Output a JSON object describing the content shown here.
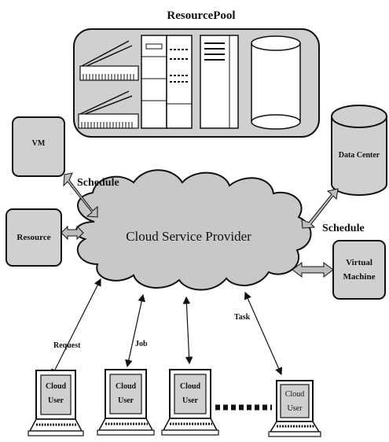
{
  "title": "ResourcePool",
  "cloud_label": "Cloud Service Provider",
  "vm_label": "VM",
  "resource_label": "Resource",
  "data_center_label": "Data Center",
  "virtual_machine_label": [
    "Virtual",
    "Machine"
  ],
  "schedule_left": "Schedule",
  "schedule_right": "Schedule",
  "request_label": "Request",
  "job_label": "Job",
  "task_label": "Task",
  "users": [
    {
      "line1": "Cloud",
      "line2": "User"
    },
    {
      "line1": "Cloud",
      "line2": "User"
    },
    {
      "line1": "Cloud",
      "line2": "User"
    },
    {
      "line1": "Cloud",
      "line2": "User"
    }
  ],
  "colors": {
    "box_fill": "#d0d0d0",
    "cloud_fill": "#c8c8c8",
    "stroke": "#111111",
    "arrow_fill": "#bdbdbd"
  }
}
